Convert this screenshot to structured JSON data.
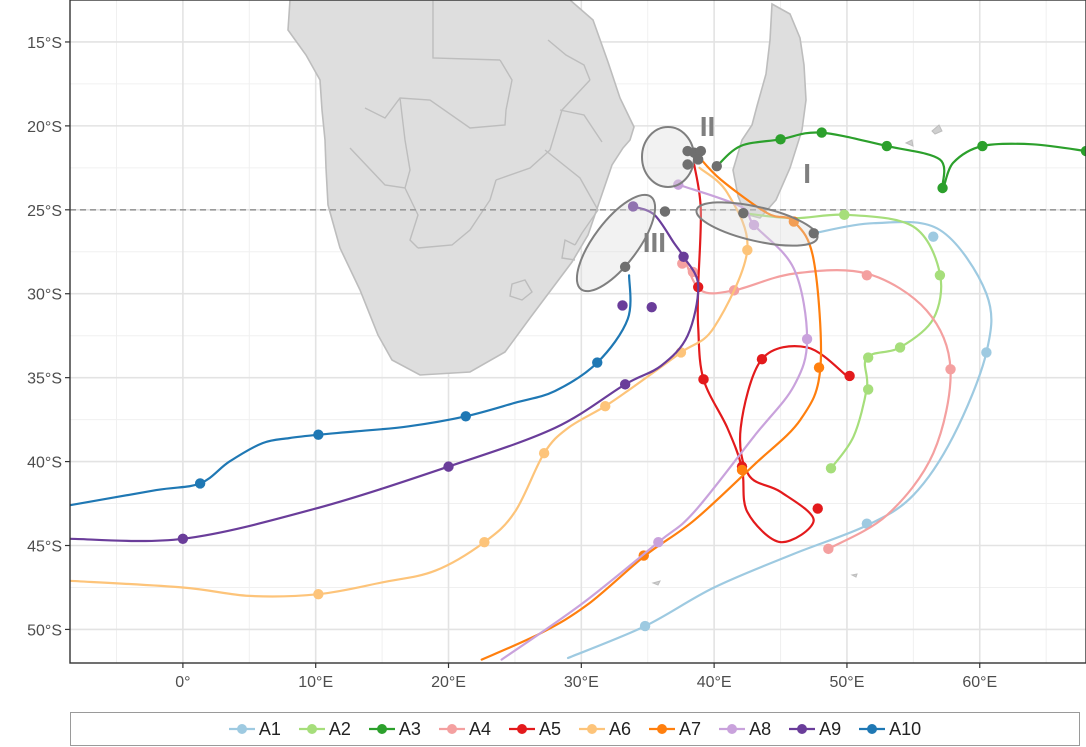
{
  "map": {
    "x_ticks": [
      "0°",
      "10°E",
      "20°E",
      "30°E",
      "40°E",
      "50°E",
      "60°E"
    ],
    "y_ticks": [
      "15°S",
      "20°S",
      "25°S",
      "30°S",
      "35°S",
      "40°S",
      "45°S",
      "50°S"
    ],
    "reference_latitude": -25,
    "extent": {
      "lon": [
        -8.5,
        68
      ],
      "lat": [
        -52,
        -12.5
      ]
    },
    "land_color": "#dedede",
    "land_border_color": "#bdbdbd",
    "regions": [
      {
        "label": "I",
        "lon": 47,
        "lat": -23.4
      },
      {
        "label": "II",
        "lon": 39.5,
        "lat": -20.6
      },
      {
        "label": "III",
        "lon": 35.5,
        "lat": -27.5
      }
    ],
    "release_points": [
      [
        38,
        -21.5
      ],
      [
        38.5,
        -21.6
      ],
      [
        39,
        -21.5
      ],
      [
        38.8,
        -22
      ],
      [
        38,
        -22.3
      ],
      [
        40.2,
        -22.4
      ],
      [
        42.2,
        -25.2
      ],
      [
        47.5,
        -26.4
      ],
      [
        36.3,
        -25.1
      ],
      [
        33.3,
        -28.4
      ]
    ]
  },
  "legend": [
    {
      "name": "A1",
      "color": "#9ecae1"
    },
    {
      "name": "A2",
      "color": "#a6de7b"
    },
    {
      "name": "A3",
      "color": "#2ca02c"
    },
    {
      "name": "A4",
      "color": "#f4a0a0"
    },
    {
      "name": "A5",
      "color": "#e31a1c"
    },
    {
      "name": "A6",
      "color": "#fdc47a"
    },
    {
      "name": "A7",
      "color": "#ff7f0e"
    },
    {
      "name": "A8",
      "color": "#c9a2dc"
    },
    {
      "name": "A9",
      "color": "#6a3d9a"
    },
    {
      "name": "A10",
      "color": "#1f78b4"
    }
  ],
  "tracks": [
    {
      "name": "A1",
      "color": "#9ecae1",
      "path": [
        [
          47.5,
          -26.4
        ],
        [
          52,
          -25.8
        ],
        [
          57,
          -26.2
        ],
        [
          60.5,
          -30
        ],
        [
          60.5,
          -33.5
        ],
        [
          58,
          -38.5
        ],
        [
          55,
          -42
        ],
        [
          51.5,
          -43.8
        ],
        [
          46,
          -45.5
        ],
        [
          40,
          -47.5
        ],
        [
          34.8,
          -49.8
        ],
        [
          29,
          -51.7
        ]
      ],
      "dots": [
        [
          56.5,
          -26.6
        ],
        [
          60.5,
          -33.5
        ],
        [
          51.5,
          -43.7
        ],
        [
          34.8,
          -49.8
        ]
      ]
    },
    {
      "name": "A2",
      "color": "#a6de7b",
      "path": [
        [
          42.2,
          -25.2
        ],
        [
          46,
          -25.5
        ],
        [
          50,
          -25.3
        ],
        [
          55,
          -26
        ],
        [
          57,
          -28.8
        ],
        [
          56.5,
          -31.5
        ],
        [
          54,
          -33.2
        ],
        [
          51.5,
          -33.8
        ],
        [
          51.5,
          -35.6
        ],
        [
          50.5,
          -38.5
        ],
        [
          48.8,
          -40.4
        ]
      ],
      "dots": [
        [
          49.8,
          -25.3
        ],
        [
          57,
          -28.9
        ],
        [
          54,
          -33.2
        ],
        [
          51.6,
          -33.8
        ],
        [
          51.6,
          -35.7
        ],
        [
          48.8,
          -40.4
        ]
      ]
    },
    {
      "name": "A3",
      "color": "#2ca02c",
      "path": [
        [
          40.2,
          -22.4
        ],
        [
          42,
          -21.2
        ],
        [
          45,
          -20.8
        ],
        [
          48,
          -20.4
        ],
        [
          53,
          -21.2
        ],
        [
          57,
          -22
        ],
        [
          57.2,
          -23.7
        ],
        [
          58,
          -22.2
        ],
        [
          60.2,
          -21.2
        ],
        [
          64,
          -21.1
        ],
        [
          68,
          -21.5
        ]
      ],
      "dots": [
        [
          45,
          -20.8
        ],
        [
          48.1,
          -20.4
        ],
        [
          53,
          -21.2
        ],
        [
          57.2,
          -23.7
        ],
        [
          60.2,
          -21.2
        ],
        [
          68,
          -21.5
        ]
      ]
    },
    {
      "name": "A4",
      "color": "#f4a0a0",
      "path": [
        [
          37.8,
          -28
        ],
        [
          39,
          -29.8
        ],
        [
          41.5,
          -29.8
        ],
        [
          46,
          -28.8
        ],
        [
          51.5,
          -28.8
        ],
        [
          56,
          -31
        ],
        [
          57.8,
          -34.5
        ],
        [
          56.5,
          -39.5
        ],
        [
          53,
          -43.2
        ],
        [
          48.6,
          -45.2
        ]
      ],
      "dots": [
        [
          37.6,
          -28.2
        ],
        [
          38.4,
          -28.7
        ],
        [
          41.5,
          -29.8
        ],
        [
          51.5,
          -28.9
        ],
        [
          57.8,
          -34.5
        ],
        [
          48.6,
          -45.2
        ]
      ]
    },
    {
      "name": "A5",
      "color": "#e31a1c",
      "path": [
        [
          38.5,
          -22.3
        ],
        [
          39,
          -25
        ],
        [
          38.8,
          -29.6
        ],
        [
          38.8,
          -32
        ],
        [
          39.2,
          -35.1
        ],
        [
          41,
          -38
        ],
        [
          42.1,
          -40.4
        ],
        [
          42.5,
          -43
        ],
        [
          45,
          -44.8
        ],
        [
          47.5,
          -43.5
        ],
        [
          45,
          -41.8
        ],
        [
          42.6,
          -40.8
        ],
        [
          42,
          -38
        ],
        [
          43.6,
          -33.9
        ],
        [
          47,
          -33.2
        ],
        [
          50,
          -34.9
        ]
      ],
      "dots": [
        [
          38.8,
          -29.6
        ],
        [
          39.2,
          -35.1
        ],
        [
          42.1,
          -40.3
        ],
        [
          47.8,
          -42.8
        ],
        [
          43.6,
          -33.9
        ],
        [
          50.2,
          -34.9
        ]
      ]
    },
    {
      "name": "A6",
      "color": "#fdc47a",
      "path": [
        [
          38.9,
          -22.5
        ],
        [
          41,
          -24
        ],
        [
          42.5,
          -27.4
        ],
        [
          40,
          -32
        ],
        [
          37.5,
          -33.5
        ],
        [
          34,
          -35.5
        ],
        [
          31.8,
          -36.7
        ],
        [
          29,
          -38
        ],
        [
          27.2,
          -39.5
        ],
        [
          25,
          -43
        ],
        [
          22.7,
          -44.8
        ],
        [
          19,
          -46.5
        ],
        [
          15,
          -47.2
        ],
        [
          10.2,
          -47.9
        ],
        [
          5,
          -48
        ],
        [
          0,
          -47.5
        ],
        [
          -8.5,
          -47.1
        ]
      ],
      "dots": [
        [
          42.5,
          -27.4
        ],
        [
          37.5,
          -33.5
        ],
        [
          31.8,
          -36.7
        ],
        [
          27.2,
          -39.5
        ],
        [
          22.7,
          -44.8
        ],
        [
          10.2,
          -47.9
        ]
      ]
    },
    {
      "name": "A7",
      "color": "#ff7f0e",
      "path": [
        [
          38.8,
          -21.8
        ],
        [
          40.5,
          -23.2
        ],
        [
          44,
          -25.2
        ],
        [
          46,
          -25.7
        ],
        [
          47.5,
          -28
        ],
        [
          48,
          -34.4
        ],
        [
          46.5,
          -37.5
        ],
        [
          43,
          -40.2
        ],
        [
          38.5,
          -43.5
        ],
        [
          34.8,
          -45.6
        ],
        [
          30.5,
          -48.5
        ],
        [
          27,
          -50.2
        ],
        [
          22.5,
          -51.8
        ]
      ],
      "dots": [
        [
          46,
          -25.7
        ],
        [
          47.9,
          -34.4
        ],
        [
          42.1,
          -40.5
        ],
        [
          34.7,
          -45.6
        ]
      ]
    },
    {
      "name": "A8",
      "color": "#c9a2dc",
      "path": [
        [
          37.3,
          -23.5
        ],
        [
          42,
          -24.8
        ],
        [
          43,
          -25.9
        ],
        [
          46,
          -28.5
        ],
        [
          47,
          -32.7
        ],
        [
          46,
          -35.5
        ],
        [
          43,
          -38.5
        ],
        [
          38.5,
          -43
        ],
        [
          35.8,
          -44.8
        ],
        [
          30,
          -48.5
        ],
        [
          24,
          -51.8
        ]
      ],
      "dots": [
        [
          37.3,
          -23.5
        ],
        [
          43,
          -25.9
        ],
        [
          47,
          -32.7
        ],
        [
          35.8,
          -44.8
        ]
      ]
    },
    {
      "name": "A9",
      "color": "#6a3d9a",
      "path": [
        [
          33.9,
          -24.8
        ],
        [
          35.5,
          -25.3
        ],
        [
          37,
          -27
        ],
        [
          37.7,
          -27.8
        ],
        [
          38.8,
          -29.5
        ],
        [
          38,
          -32.5
        ],
        [
          36,
          -34.3
        ],
        [
          33.3,
          -35.4
        ],
        [
          28,
          -38
        ],
        [
          20,
          -40.3
        ],
        [
          10,
          -42.8
        ],
        [
          0,
          -44.6
        ],
        [
          -8.5,
          -44.6
        ]
      ],
      "dots": [
        [
          33.9,
          -24.8
        ],
        [
          37.7,
          -27.8
        ],
        [
          35.3,
          -30.8
        ],
        [
          33.1,
          -30.7
        ],
        [
          33.3,
          -35.4
        ],
        [
          20,
          -40.3
        ],
        [
          0,
          -44.6
        ]
      ]
    },
    {
      "name": "A10",
      "color": "#1f78b4",
      "path": [
        [
          33.6,
          -28.9
        ],
        [
          33.5,
          -31.5
        ],
        [
          31.2,
          -34.1
        ],
        [
          28,
          -35.8
        ],
        [
          25,
          -36.5
        ],
        [
          21.3,
          -37.3
        ],
        [
          17,
          -37.9
        ],
        [
          13,
          -38.2
        ],
        [
          10.2,
          -38.4
        ],
        [
          8,
          -38.6
        ],
        [
          6,
          -38.9
        ],
        [
          3.5,
          -40
        ],
        [
          1.3,
          -41.3
        ],
        [
          -2,
          -41.7
        ],
        [
          -8.5,
          -42.6
        ]
      ],
      "dots": [
        [
          31.2,
          -34.1
        ],
        [
          21.3,
          -37.3
        ],
        [
          10.2,
          -38.4
        ],
        [
          1.3,
          -41.3
        ]
      ]
    }
  ]
}
